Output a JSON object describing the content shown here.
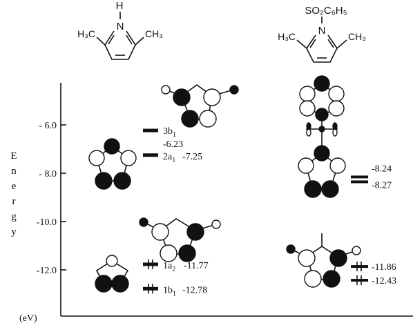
{
  "molecules": {
    "left": {
      "nh_h": "H",
      "nh_n": "N",
      "ch3_left": "H₃C",
      "ch3_right": "CH₃"
    },
    "right": {
      "substituent": "SO₂C₆H₅",
      "n_atom": "N",
      "ch3_left": "H₃C",
      "ch3_right": "CH₃"
    }
  },
  "axis": {
    "title_letters": [
      "E",
      "n",
      "e",
      "r",
      "g",
      "y"
    ],
    "unit": "(eV)",
    "ticks": [
      {
        "label": "- 6.0",
        "value": -6.0
      },
      {
        "label": "- 8.0",
        "value": -8.0
      },
      {
        "label": "-10.0",
        "value": -10.0
      },
      {
        "label": "-12.0",
        "value": -12.0
      }
    ]
  },
  "levels_left": [
    {
      "symmetry": "3b",
      "subscript": "1",
      "energy_label": "-6.23",
      "energy": -6.23,
      "occupied": false
    },
    {
      "symmetry": "2a",
      "subscript": "1",
      "energy_label": "-7.25",
      "energy": -7.25,
      "occupied": false
    },
    {
      "symmetry": "1a",
      "subscript": "2",
      "energy_label": "-11.77",
      "energy": -11.77,
      "occupied": true
    },
    {
      "symmetry": "1b",
      "subscript": "1",
      "energy_label": "-12.78",
      "energy": -12.78,
      "occupied": true
    }
  ],
  "levels_right": [
    {
      "energy_label": "-8.24",
      "energy": -8.24,
      "occupied": false
    },
    {
      "energy_label": "-8.27",
      "energy": -8.27,
      "occupied": false
    },
    {
      "energy_label": "-11.86",
      "energy": -11.86,
      "occupied": true
    },
    {
      "energy_label": "-12.43",
      "energy": -12.43,
      "occupied": true
    }
  ],
  "colors": {
    "ink": "#111111",
    "background": "#ffffff"
  }
}
